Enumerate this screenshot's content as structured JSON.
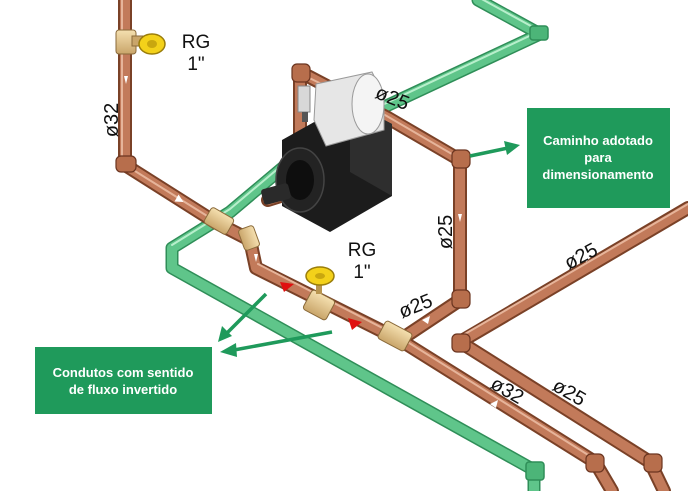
{
  "labels": {
    "valve_top_type": "RG",
    "valve_top_size": "1\"",
    "valve_mid_type": "RG",
    "valve_mid_size": "1\"",
    "pipe_vertical_left": "ø32",
    "pipe_pump_top": "ø25",
    "pipe_pump_right": "ø25",
    "pipe_lower_mid": "ø25",
    "pipe_far_right": "ø25",
    "pipe_bottom_32": "ø32",
    "pipe_bottom_25": "ø25"
  },
  "callouts": {
    "path": [
      "Caminho adotado",
      "para",
      "dimensionamento"
    ],
    "reversed": [
      "Condutos com sentido",
      "de fluxo invertido"
    ]
  },
  "colors": {
    "copper": "#c27a5a",
    "copper_dark": "#7a4127",
    "green_pipe": "#5fc58a",
    "green_dark": "#2f8e58",
    "callout_bg": "#1f9a5b",
    "flow_arrow_red": "#e01010",
    "valve_yellow": "#f3d11a",
    "pump_black": "#1c1c1c"
  }
}
